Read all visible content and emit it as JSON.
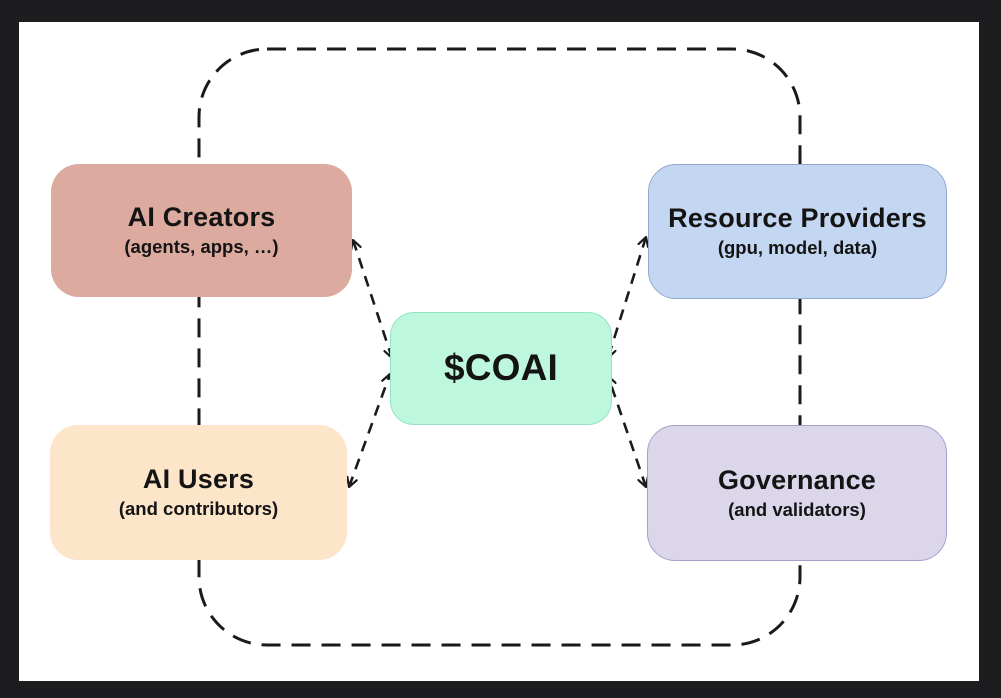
{
  "center": {
    "label": "$COAI"
  },
  "nodes": [
    {
      "id": "ai-creators",
      "title": "AI Creators",
      "subtitle": "(agents, apps, …)"
    },
    {
      "id": "resource-providers",
      "title": "Resource Providers",
      "subtitle": "(gpu, model, data)"
    },
    {
      "id": "ai-users",
      "title": "AI Users",
      "subtitle": "(and contributors)"
    },
    {
      "id": "governance",
      "title": "Governance",
      "subtitle": "(and validators)"
    }
  ],
  "colors": {
    "frame": "#1d1d1f",
    "canvas": "#ffffff",
    "line": "#1a1a1a",
    "ai_creators_fill": "#dcaa9e",
    "ai_users_fill": "#fce5c8",
    "resource_providers_fill": "#c4d7f2",
    "resource_providers_border": "#93a9cf",
    "coai_fill": "#bdf7de",
    "coai_border": "#95e3c4",
    "governance_fill": "#dcd6ea",
    "governance_border": "#a5a0ce"
  }
}
